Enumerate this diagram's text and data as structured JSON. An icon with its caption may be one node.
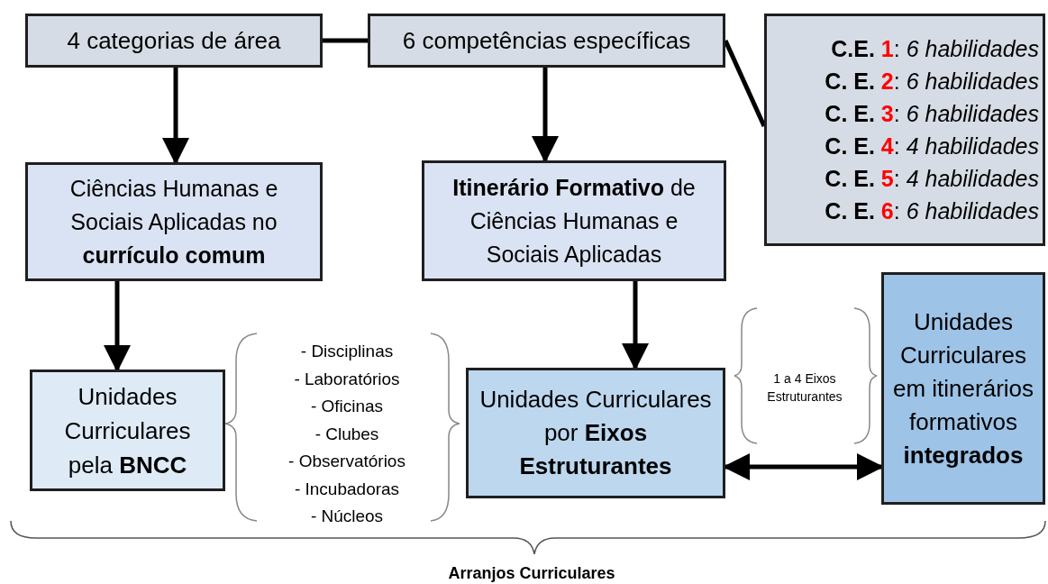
{
  "diagram": {
    "nodes": [
      {
        "text": [
          "4 categorias de área"
        ]
      },
      {
        "text": [
          "6 competências específicas"
        ]
      },
      {
        "text": [
          "**C.E. 1**: *6 habilidades*",
          "**C. E. 2**: *6 habilidades*",
          "**C. E. 3**: *6 habilidades*",
          "**C. E. 4**: *4 habilidades*",
          "**C. E. 5**: *4 habilidades*",
          "**C. E. 6**: *6 habilidades*"
        ]
      },
      {
        "text": [
          "Ciências Humanas e Sociais Aplicadas no **currículo comum**"
        ]
      },
      {
        "text": [
          "**Itinerário Formativo** de Ciências Humanas e Sociais Aplicadas"
        ]
      },
      {
        "text": [
          "Unidades Curriculares pela **BNCC**"
        ]
      },
      {
        "text": [
          "Unidades Curriculares por **Eixos Estruturantes**"
        ]
      },
      {
        "text": [
          "Unidades Curriculares em itinerários formativos **integrados**"
        ]
      }
    ],
    "edges": [
      {
        "from": 0,
        "to": 1,
        "arrow": "none"
      },
      {
        "from": 1,
        "to": 2,
        "arrow": "none"
      },
      {
        "from": 0,
        "to": 3,
        "arrow": "to"
      },
      {
        "from": 1,
        "to": 4,
        "arrow": "to"
      },
      {
        "from": 3,
        "to": 5,
        "arrow": "to"
      },
      {
        "from": 4,
        "to": 6,
        "arrow": "to"
      },
      {
        "from": 6,
        "to": 7,
        "arrow": "both"
      }
    ],
    "labels": [
      "- Disciplinas",
      "- Laboratórios",
      "- Oficinas",
      "- Clubes",
      "- Observatórios",
      "- Incubadoras",
      "- Núcleos",
      "1 a 4 Eixos Estruturantes",
      "Arranjos Curriculares"
    ]
  }
}
